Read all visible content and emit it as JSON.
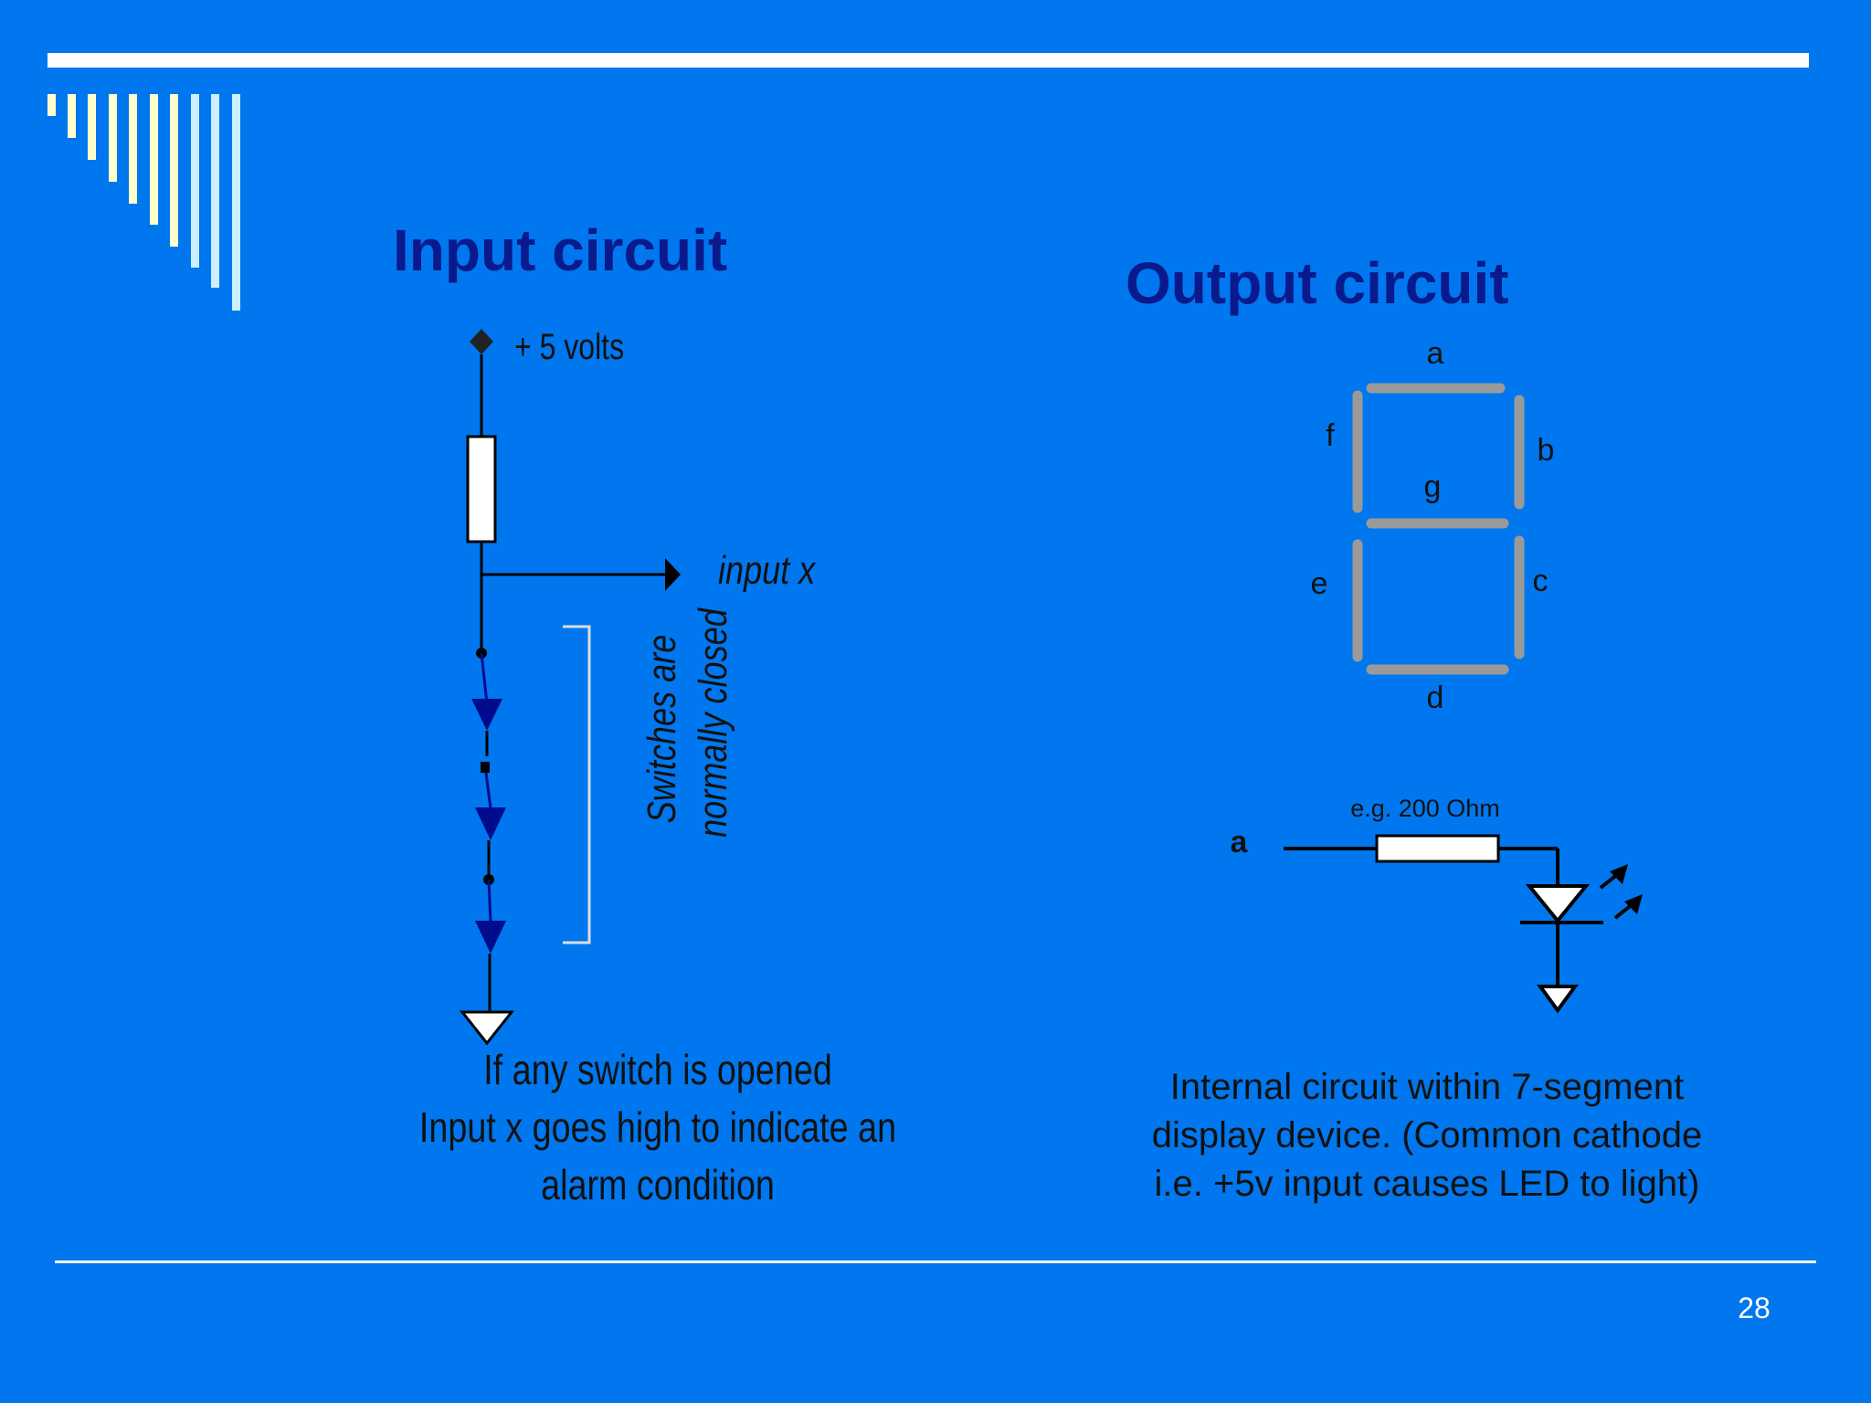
{
  "slide": {
    "page_number": "28"
  },
  "input_circuit": {
    "title": "Input circuit",
    "supply_label": "+ 5 volts",
    "output_label": "input x",
    "bracket_label_line1": "Switches are",
    "bracket_label_line2": "normally closed",
    "caption_line1": "If any switch is opened",
    "caption_line2": "Input x goes high to indicate an",
    "caption_line3": "alarm condition"
  },
  "output_circuit": {
    "title": "Output circuit",
    "segments": [
      "a",
      "b",
      "c",
      "d",
      "e",
      "f",
      "g"
    ],
    "led_input_label": "a",
    "resistor_label": "e.g. 200 Ohm",
    "caption_line1": "Internal circuit within 7-segment",
    "caption_line2": "display device. (Common cathode",
    "caption_line3": "i.e. +5v input causes LED to light)"
  },
  "colors": {
    "background": "#0077EE",
    "title": "#0A1A8C",
    "segment": "#9A9A9A",
    "switch": "#000C8C"
  }
}
